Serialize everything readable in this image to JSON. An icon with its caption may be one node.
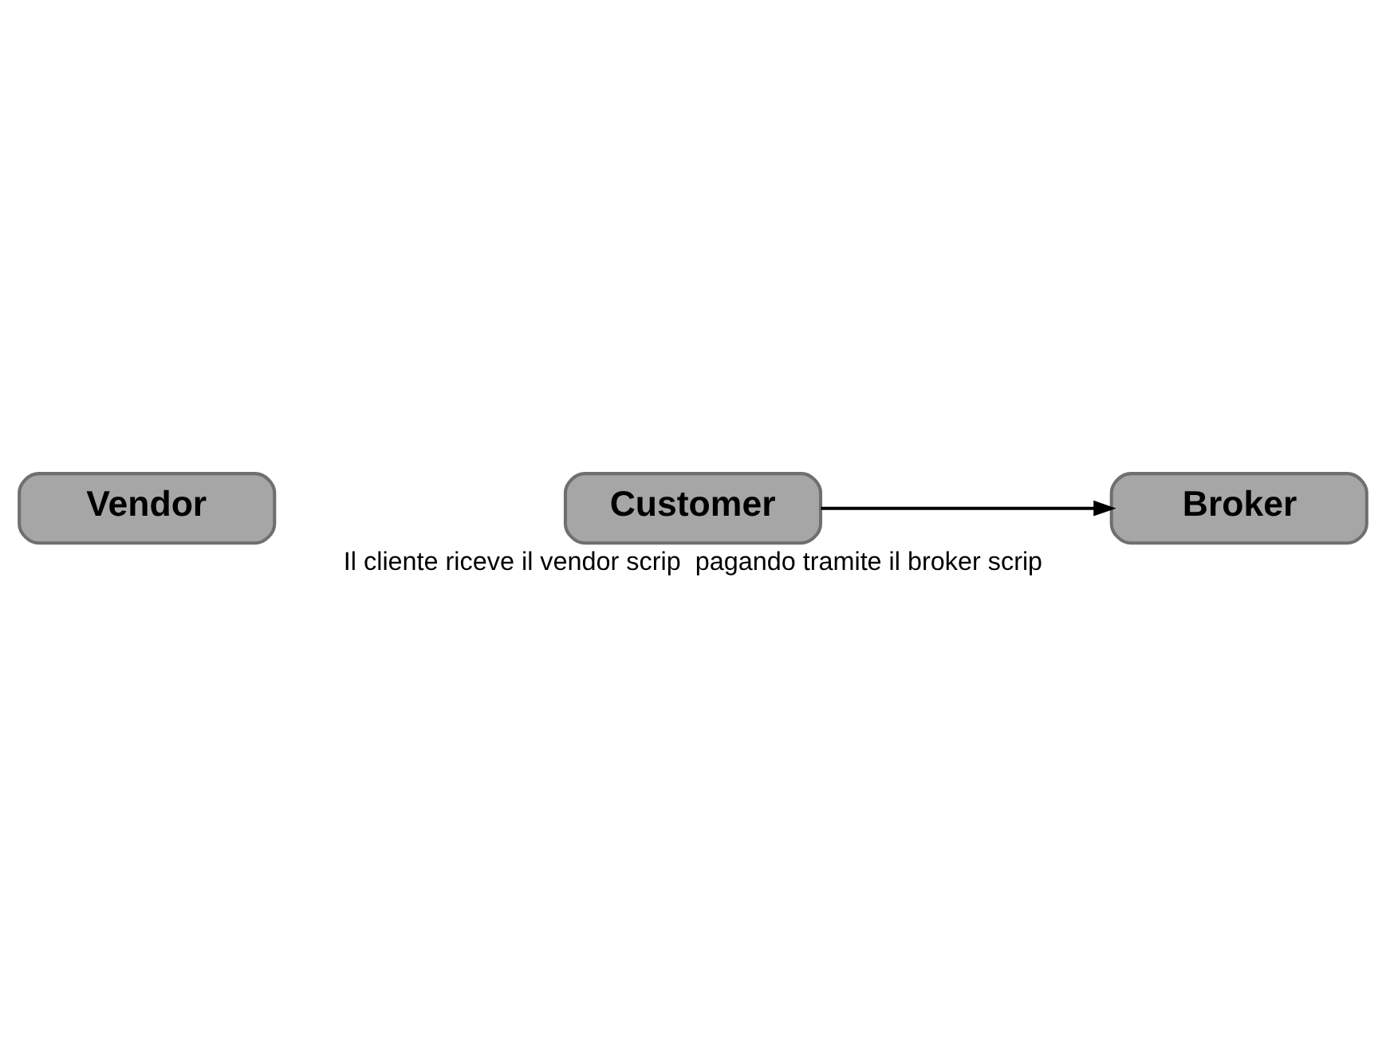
{
  "diagram": {
    "caption": "Il cliente riceve il vendor scrip  pagando tramite il broker scrip",
    "nodes": [
      {
        "text": [
          "Vendor"
        ]
      },
      {
        "text": [
          "Customer"
        ]
      },
      {
        "text": [
          "Broker"
        ]
      }
    ],
    "edges": [
      {
        "from": 1,
        "to": 2,
        "arrow": "to"
      }
    ]
  }
}
